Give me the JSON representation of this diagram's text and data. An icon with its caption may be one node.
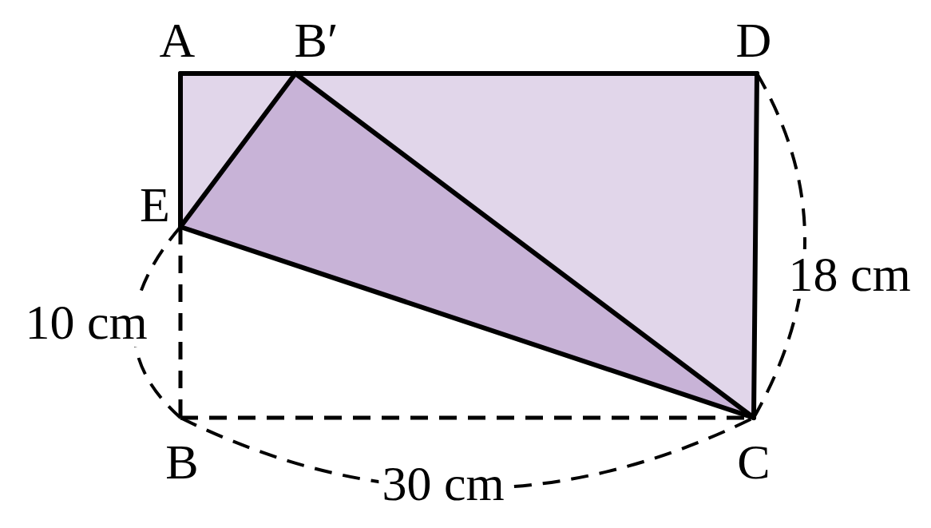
{
  "diagram": {
    "labels": [
      "A",
      "B′",
      "D",
      "E",
      "18 cm",
      "10 cm",
      "B",
      "C",
      "30 cm"
    ]
  }
}
